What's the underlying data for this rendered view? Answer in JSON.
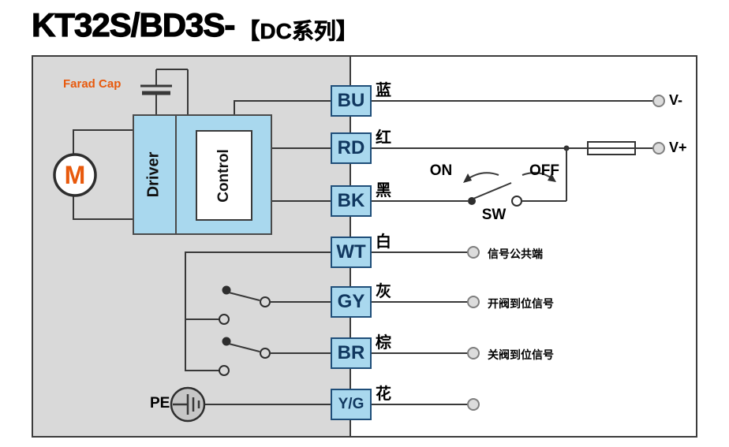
{
  "title": {
    "model": "KT32S/BD3S-",
    "series": "【DC系列】"
  },
  "left_panel": {
    "farad_cap": "Farad Cap",
    "motor": "M",
    "driver": "Driver",
    "control": "Control",
    "pe": "PE"
  },
  "switch": {
    "on": "ON",
    "off": "OFF",
    "sw": "SW"
  },
  "terminals": [
    {
      "code": "BU",
      "wire_color": "蓝",
      "output": "V-"
    },
    {
      "code": "RD",
      "wire_color": "红",
      "output": "V+"
    },
    {
      "code": "BK",
      "wire_color": "黑",
      "output": ""
    },
    {
      "code": "WT",
      "wire_color": "白",
      "output": "信号公共端"
    },
    {
      "code": "GY",
      "wire_color": "灰",
      "output": "开阀到位信号"
    },
    {
      "code": "BR",
      "wire_color": "棕",
      "output": "关阀到位信号"
    },
    {
      "code": "Y/G",
      "wire_color": "花",
      "output": ""
    }
  ],
  "colors": {
    "accent_orange": "#e8590c",
    "terminal_fill": "#a9d8ee",
    "terminal_border": "#1f4e79",
    "panel_gray": "#d9d9d9",
    "wire_line": "#383838"
  }
}
